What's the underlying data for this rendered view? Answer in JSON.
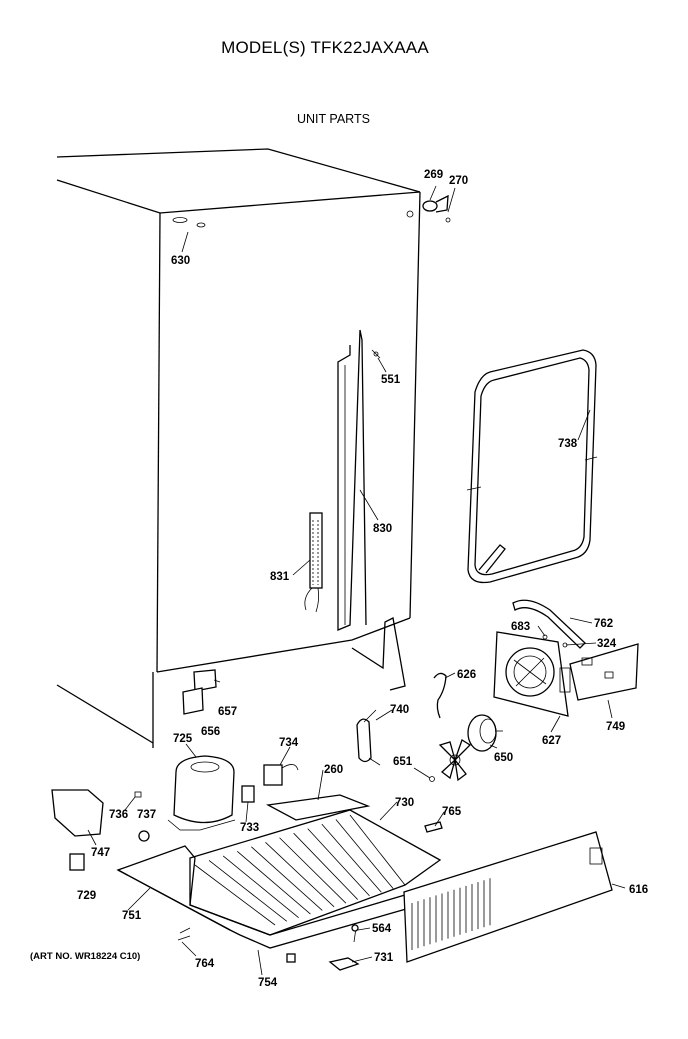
{
  "header": {
    "title": "MODEL(S) TFK22JAXAAA",
    "subtitle": "UNIT PARTS"
  },
  "footer": {
    "art_no": "(ART NO. WR18224 C10)"
  },
  "parts": [
    {
      "id": "p269",
      "label": "269"
    },
    {
      "id": "p270",
      "label": "270"
    },
    {
      "id": "p630",
      "label": "630"
    },
    {
      "id": "p551",
      "label": "551"
    },
    {
      "id": "p738",
      "label": "738"
    },
    {
      "id": "p830",
      "label": "830"
    },
    {
      "id": "p831",
      "label": "831"
    },
    {
      "id": "p762",
      "label": "762"
    },
    {
      "id": "p683",
      "label": "683"
    },
    {
      "id": "p324",
      "label": "324"
    },
    {
      "id": "p626",
      "label": "626"
    },
    {
      "id": "p657",
      "label": "657"
    },
    {
      "id": "p656",
      "label": "656"
    },
    {
      "id": "p740",
      "label": "740"
    },
    {
      "id": "p749",
      "label": "749"
    },
    {
      "id": "p725",
      "label": "725"
    },
    {
      "id": "p734",
      "label": "734"
    },
    {
      "id": "p627",
      "label": "627"
    },
    {
      "id": "p650",
      "label": "650"
    },
    {
      "id": "p651",
      "label": "651"
    },
    {
      "id": "p260",
      "label": "260"
    },
    {
      "id": "p730",
      "label": "730"
    },
    {
      "id": "p736",
      "label": "736"
    },
    {
      "id": "p737",
      "label": "737"
    },
    {
      "id": "p733",
      "label": "733"
    },
    {
      "id": "p765",
      "label": "765"
    },
    {
      "id": "p747",
      "label": "747"
    },
    {
      "id": "p729",
      "label": "729"
    },
    {
      "id": "p751",
      "label": "751"
    },
    {
      "id": "p616",
      "label": "616"
    },
    {
      "id": "p564",
      "label": "564"
    },
    {
      "id": "p764",
      "label": "764"
    },
    {
      "id": "p731",
      "label": "731"
    },
    {
      "id": "p754",
      "label": "754"
    }
  ]
}
